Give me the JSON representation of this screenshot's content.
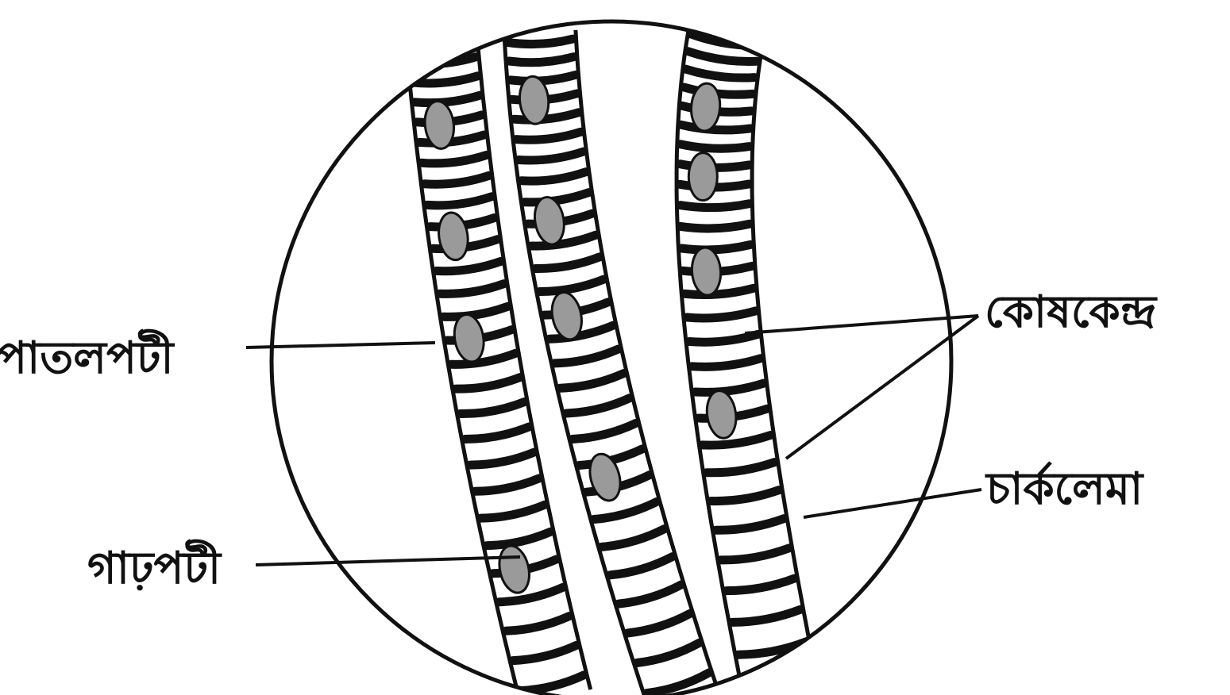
{
  "labels": {
    "light_band": "পাতলপটী",
    "dark_band": "গাঢ়পটী",
    "nucleus": "কোষকেন্দ্র",
    "sarcolemma": "চার্কলেমা"
  },
  "colors": {
    "ink": "#111111",
    "background": "#ffffff",
    "nucleus_fill": "#9a9a9a"
  }
}
